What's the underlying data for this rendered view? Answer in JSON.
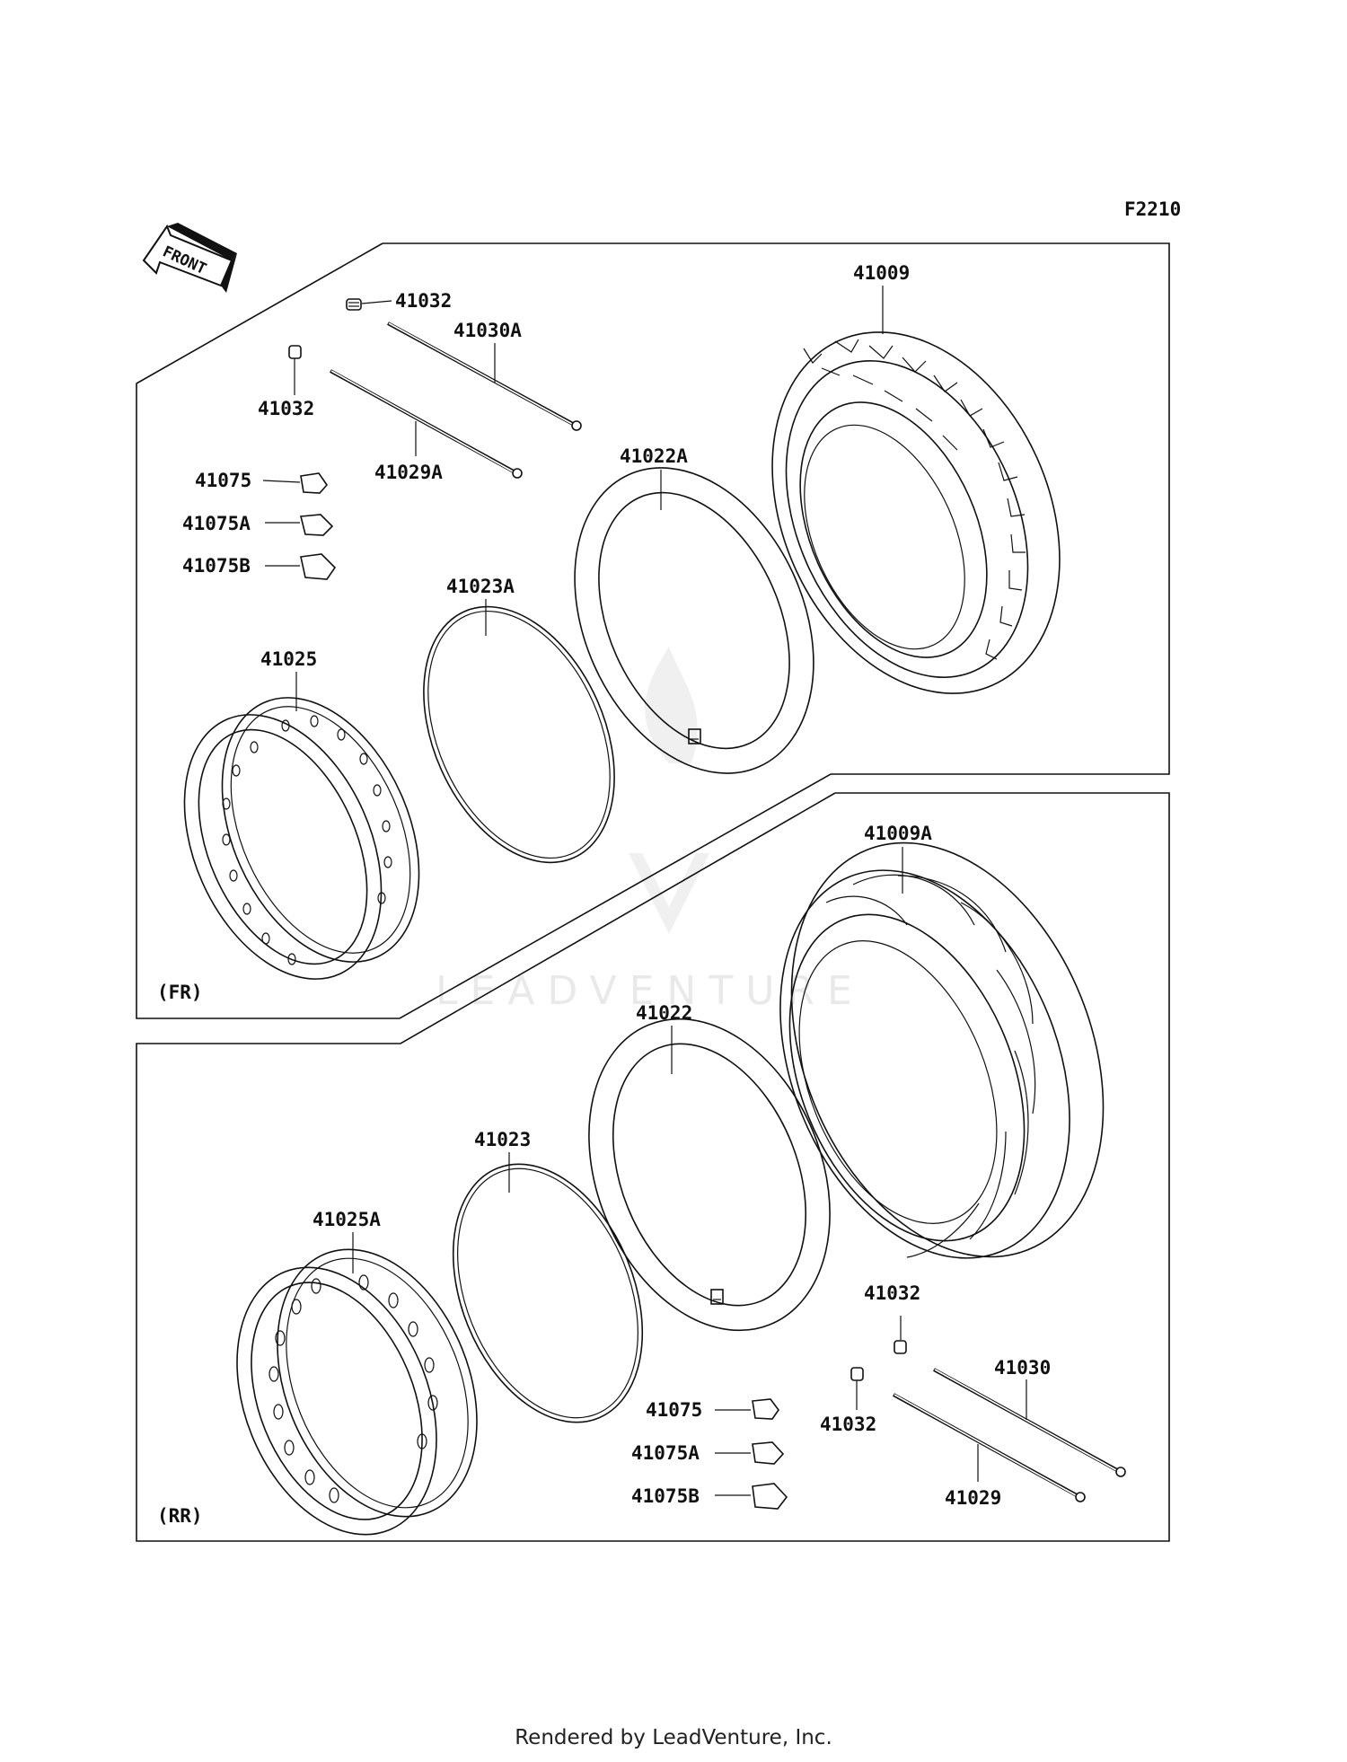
{
  "figure_code": "F2210",
  "front_label": "FRONT",
  "sections": {
    "front": "(FR)",
    "rear": "(RR)"
  },
  "parts_front": {
    "valve_cap_top": "41032",
    "valve_cap_left": "41032",
    "spoke_a": "41030A",
    "spoke_b": "41029A",
    "balancer": "41075",
    "balancer_a": "41075A",
    "balancer_b": "41075B",
    "tire": "41009",
    "tube": "41022A",
    "rim_band": "41023A",
    "rim": "41025"
  },
  "parts_rear": {
    "tire": "41009A",
    "tube": "41022",
    "rim_band": "41023",
    "rim": "41025A",
    "valve_cap_top": "41032",
    "valve_cap_bottom": "41032",
    "spoke_a": "41030",
    "spoke_b": "41029",
    "balancer": "41075",
    "balancer_a": "41075A",
    "balancer_b": "41075B"
  },
  "watermark": "LEADVENTURE",
  "footer": "Rendered by LeadVenture, Inc."
}
